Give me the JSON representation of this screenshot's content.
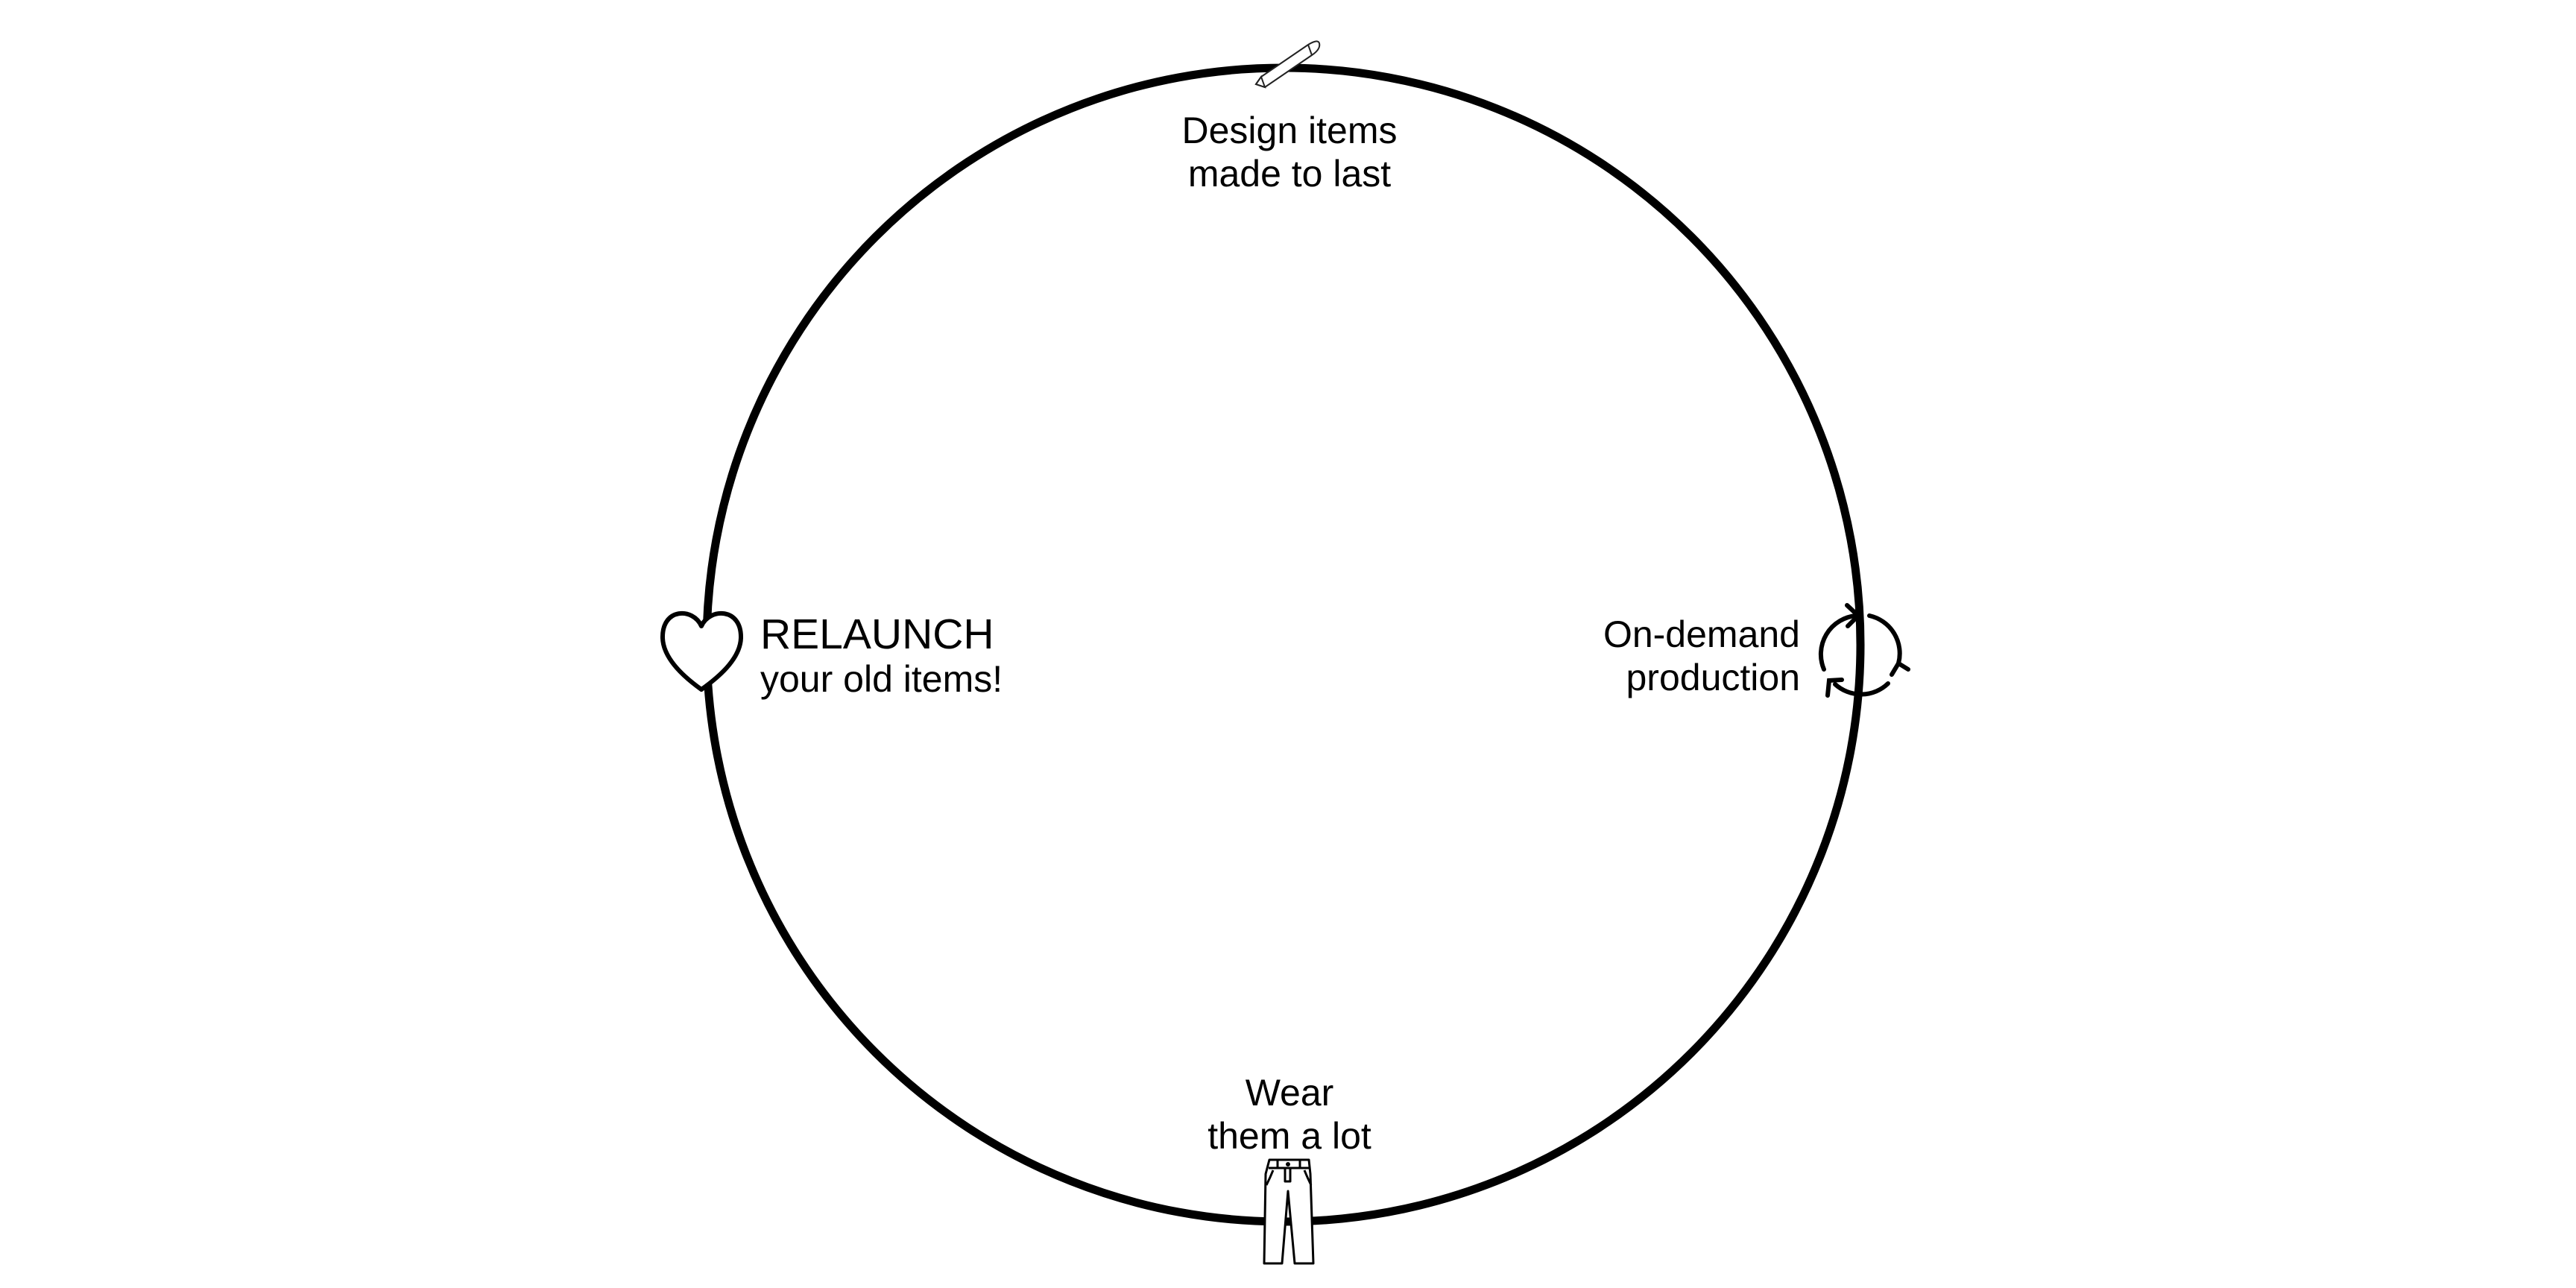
{
  "diagram": {
    "title": "Circular lifecycle",
    "colors": {
      "stroke": "#000000",
      "background": "#ffffff"
    },
    "stages": [
      {
        "id": "design",
        "icon": "pen-icon",
        "lines": [
          "Design items",
          "made to last"
        ]
      },
      {
        "id": "production",
        "icon": "cycle-arrows-icon",
        "lines": [
          "On-demand",
          "production"
        ]
      },
      {
        "id": "wear",
        "icon": "trousers-icon",
        "lines": [
          "Wear",
          "them a lot"
        ]
      },
      {
        "id": "relaunch",
        "icon": "heart-icon",
        "lines": [
          "RELAUNCH",
          "your old items!"
        ]
      }
    ]
  }
}
